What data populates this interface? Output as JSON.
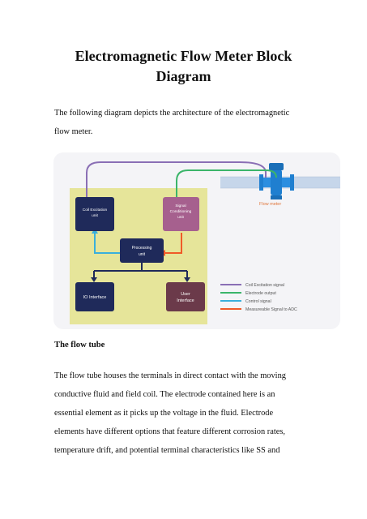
{
  "document": {
    "title": "Electromagnetic Flow Meter Block Diagram",
    "intro_line_1": "The following diagram depicts the architecture of the electromagnetic",
    "intro_line_2": "flow meter.",
    "section_heading": "The flow tube",
    "body_lines": [
      "The flow tube houses the terminals in direct contact with the moving",
      "conductive fluid and field coil. The electrode contained here is an",
      "essential element as it picks up the voltage in the fluid. Electrode",
      "elements have different options that feature different corrosion rates,",
      "temperature drift, and potential terminal characteristics like SS and"
    ]
  },
  "diagram": {
    "blocks": {
      "coil_excitation": [
        "Coil Excitation",
        "unit"
      ],
      "signal_conditioning": [
        "Signal",
        "Conditioning",
        "unit"
      ],
      "processing": [
        "Processing",
        "unit"
      ],
      "io_interface": [
        "IO Interface"
      ],
      "user_interface": [
        "User",
        "Interface"
      ]
    },
    "flow_meter_label": "Flow meter",
    "legend": [
      {
        "label": "Coil Excitation signal",
        "color": "#8a6fb5"
      },
      {
        "label": "Electrode output",
        "color": "#3bb56a"
      },
      {
        "label": "Control signal",
        "color": "#3ab0dc"
      },
      {
        "label": "Measureable Signal to ADC",
        "color": "#f05a28"
      }
    ],
    "colors": {
      "panel": "#e6e59a",
      "block_dark": "#1f2a5a",
      "block_signal": "#a6608e",
      "block_user": "#6b3a4a",
      "pipe": "#c6d6ea",
      "meter": "#1f7fd0",
      "meter_label": "#e0763c"
    }
  }
}
